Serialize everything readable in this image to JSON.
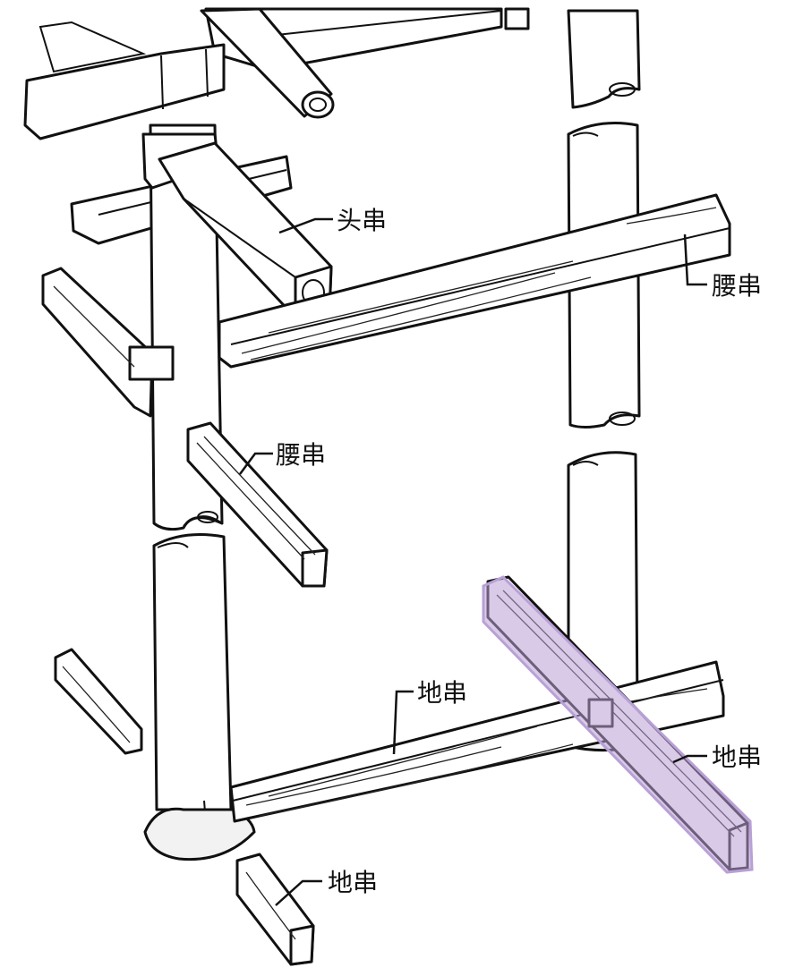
{
  "labels": {
    "tou_chuan": "头串",
    "yao_chuan_right": "腰串",
    "yao_chuan_left": "腰串",
    "di_chuan_middle": "地串",
    "di_chuan_right": "地串",
    "di_chuan_bottom": "地串"
  },
  "colors": {
    "line": "#111111",
    "highlight": "#b9a0d6",
    "background": "#ffffff"
  }
}
